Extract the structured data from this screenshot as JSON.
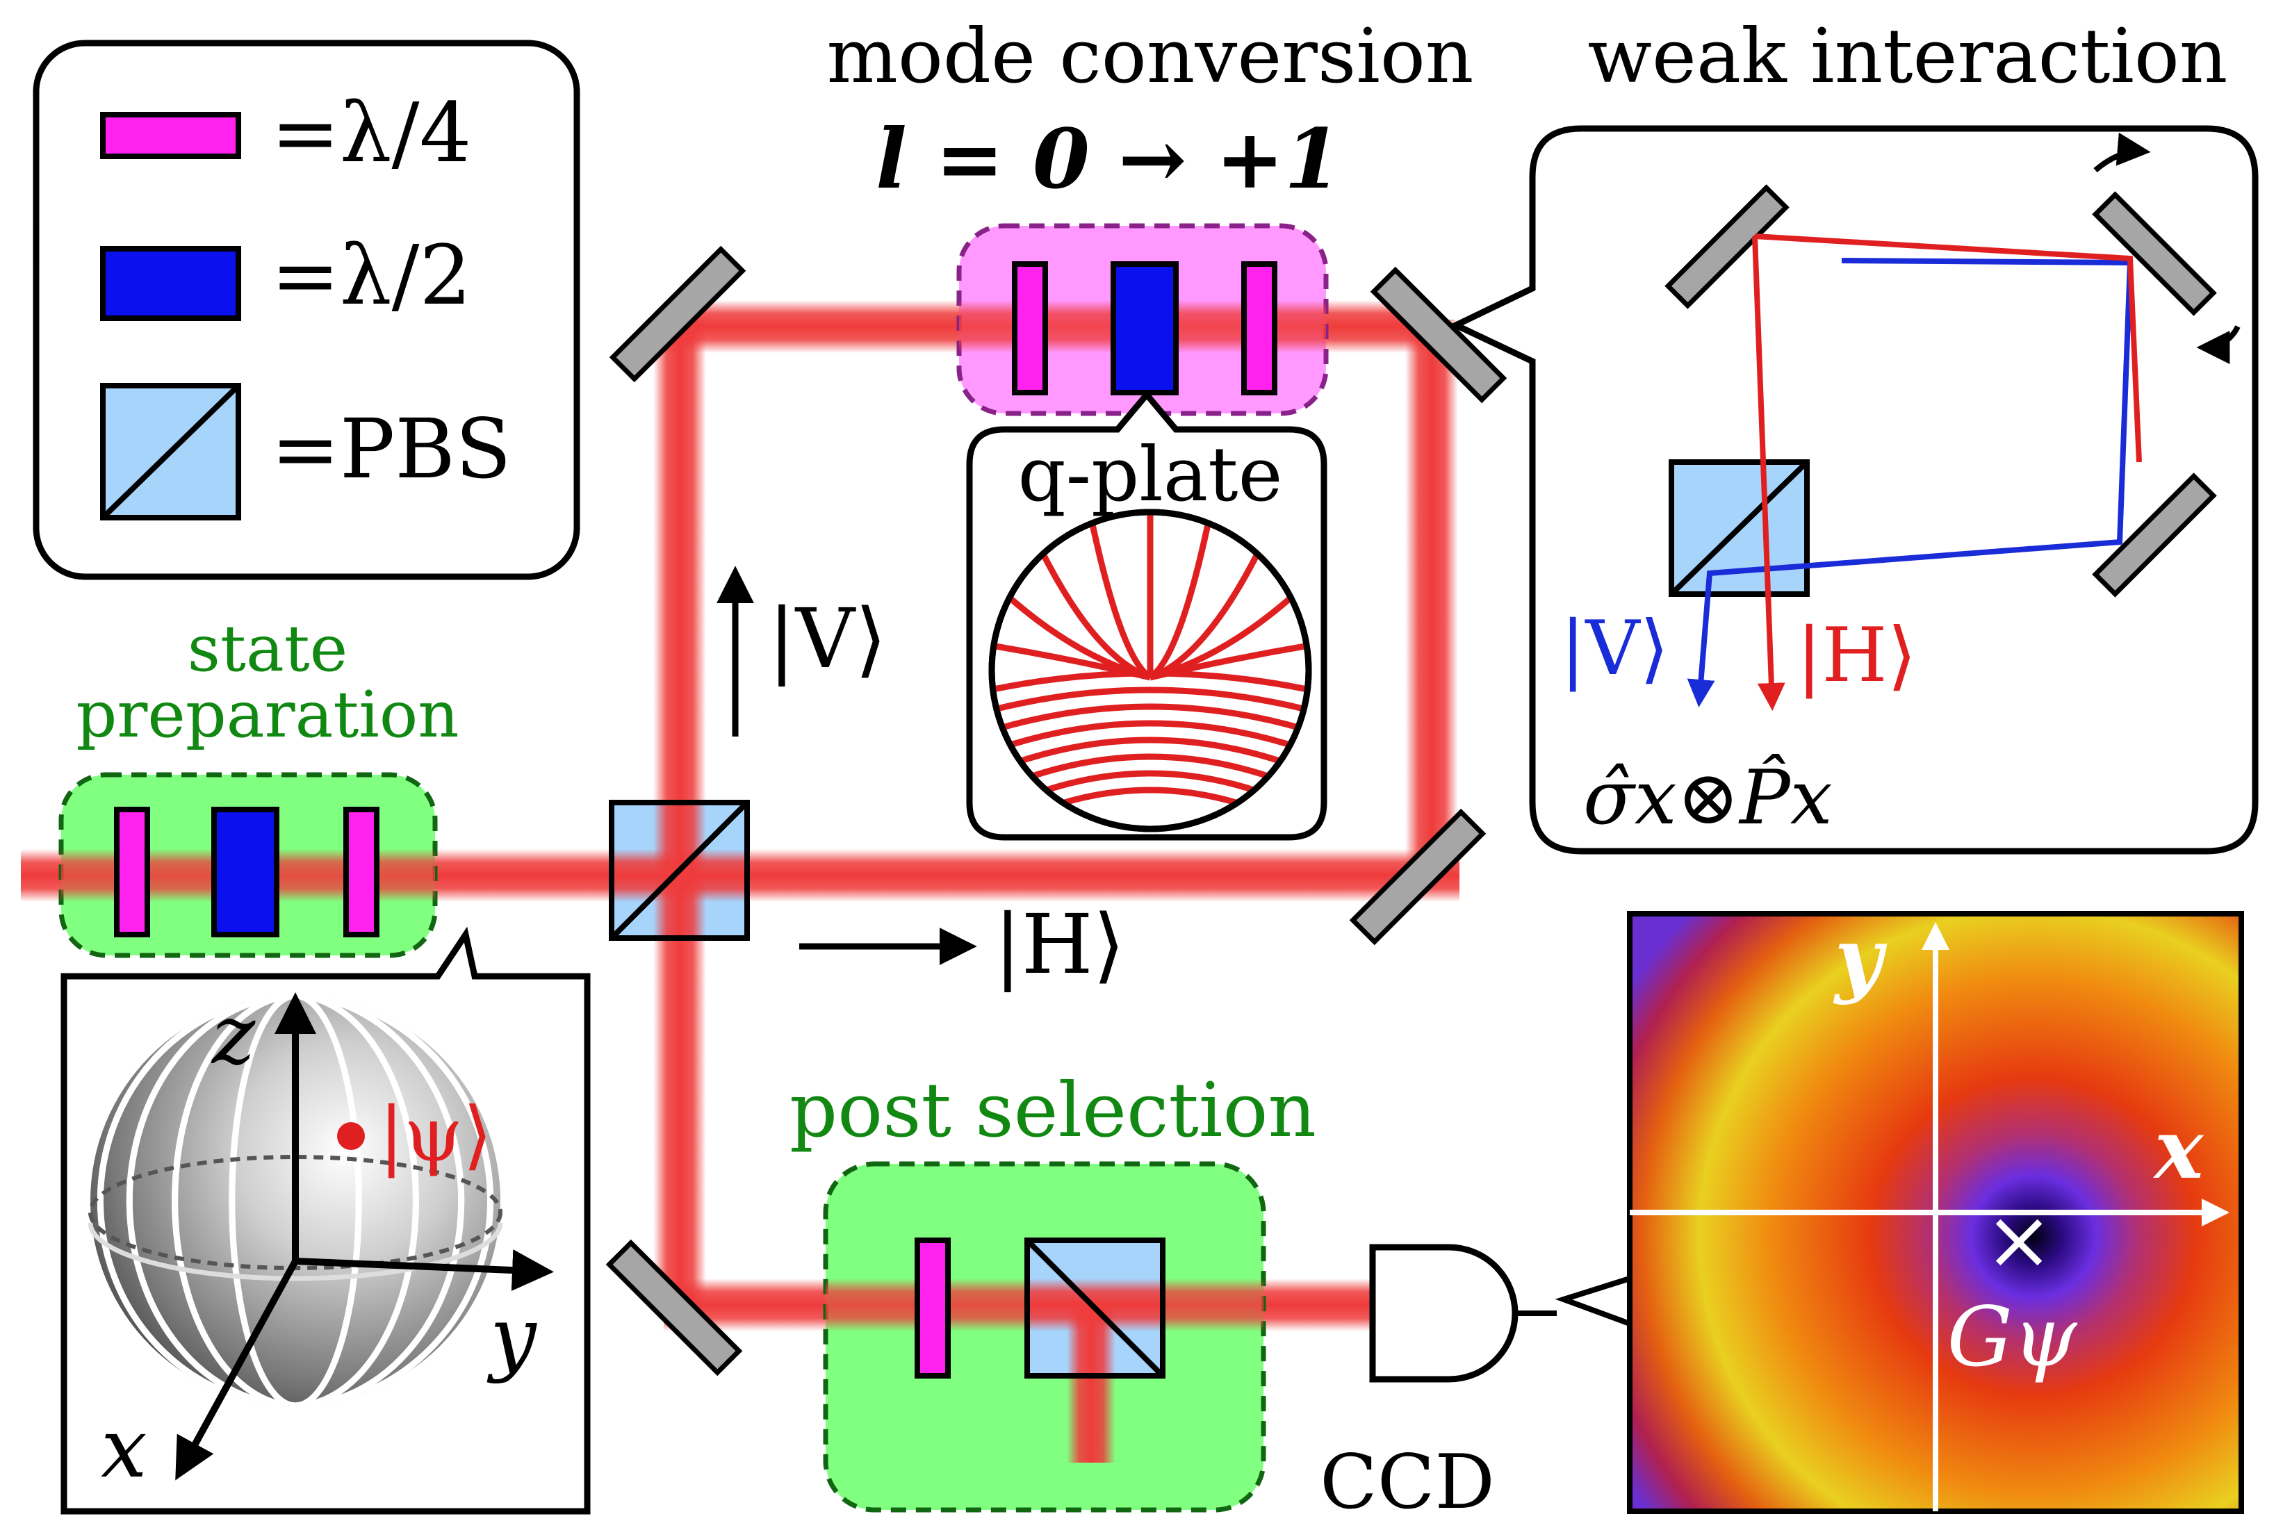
{
  "labels": {
    "mode_conversion": "mode conversion",
    "mode_l": "l = 0 → +1",
    "weak_interaction": "weak interaction",
    "state_preparation_1": "state",
    "state_preparation_2": "preparation",
    "post_selection": "post selection",
    "qplate": "q-plate",
    "ccd": "CCD",
    "ket_v": "|V⟩",
    "ket_h": "|H⟩",
    "ket_psi": "|ψ⟩",
    "operator": "σ̂x⊗P̂x",
    "g_psi": "Gψ",
    "axis_x": "x",
    "axis_y": "y",
    "axis_z": "z",
    "cross": "×"
  },
  "legend": [
    {
      "symbol": "quarter-wave-plate",
      "text": "=λ/4"
    },
    {
      "symbol": "half-wave-plate",
      "text": "=λ/2"
    },
    {
      "symbol": "polarizing-beam-splitter",
      "text": "=PBS"
    }
  ],
  "colors": {
    "beam": "#ef3b3b",
    "quarter_wave": "#ff22ee",
    "half_wave": "#0a10ee",
    "pbs": "#a7d4fb",
    "mode_box": "#ff99ff",
    "prep_box": "#80ff80",
    "green_text": "#118811",
    "v_path": "#1a2bd8",
    "h_path": "#e02020",
    "mirror": "#a6a6a6"
  }
}
